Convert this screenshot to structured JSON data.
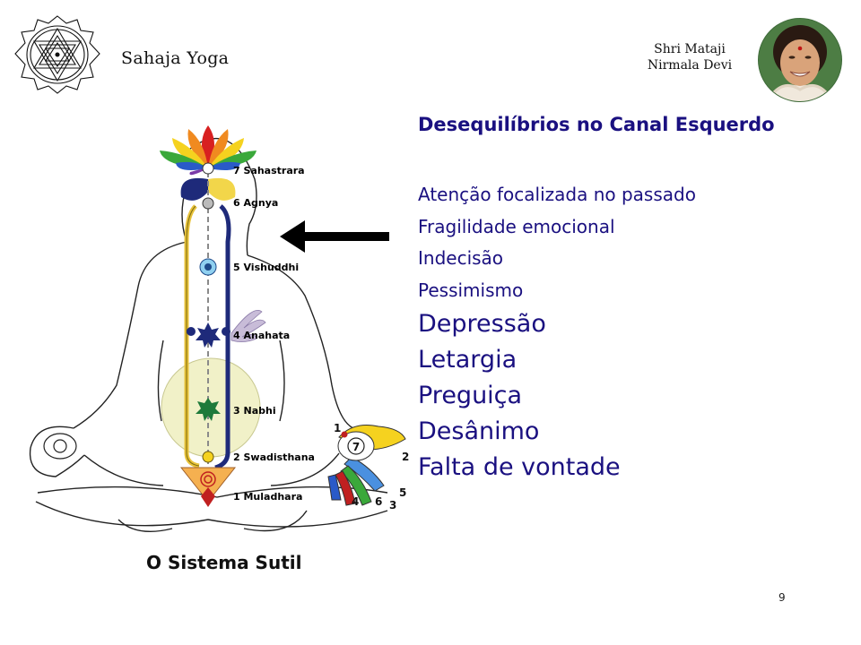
{
  "header": {
    "brand": "Sahaja Yoga",
    "author_line1": "Shri Mataji",
    "author_line2": "Nirmala Devi"
  },
  "slide": {
    "title": "Desequilíbrios no Canal Esquerdo",
    "items_small": [
      "Atenção focalizada no passado",
      "Fragilidade emocional",
      "Indecisão",
      "Pessimismo"
    ],
    "items_large": [
      "Depressão",
      "Letargia",
      "Preguiça",
      "Desânimo",
      "Falta de vontade"
    ],
    "page_number": "9"
  },
  "diagram": {
    "caption": "O Sistema Sutil",
    "chakras": [
      "7 Sahastrara",
      "6 Agnya",
      "5 Vishuddhi",
      "4 Anahata",
      "3 Nabhi",
      "2 Swadisthana",
      "1 Muladhara"
    ],
    "hand_center": "7",
    "finger_numbers": [
      "1",
      "2",
      "5",
      "4",
      "6",
      "3"
    ]
  },
  "colors": {
    "text_primary": "#1a1080",
    "left_channel": "#1e2a7a",
    "right_channel": "#e8c23a",
    "arrow": "#000000"
  }
}
